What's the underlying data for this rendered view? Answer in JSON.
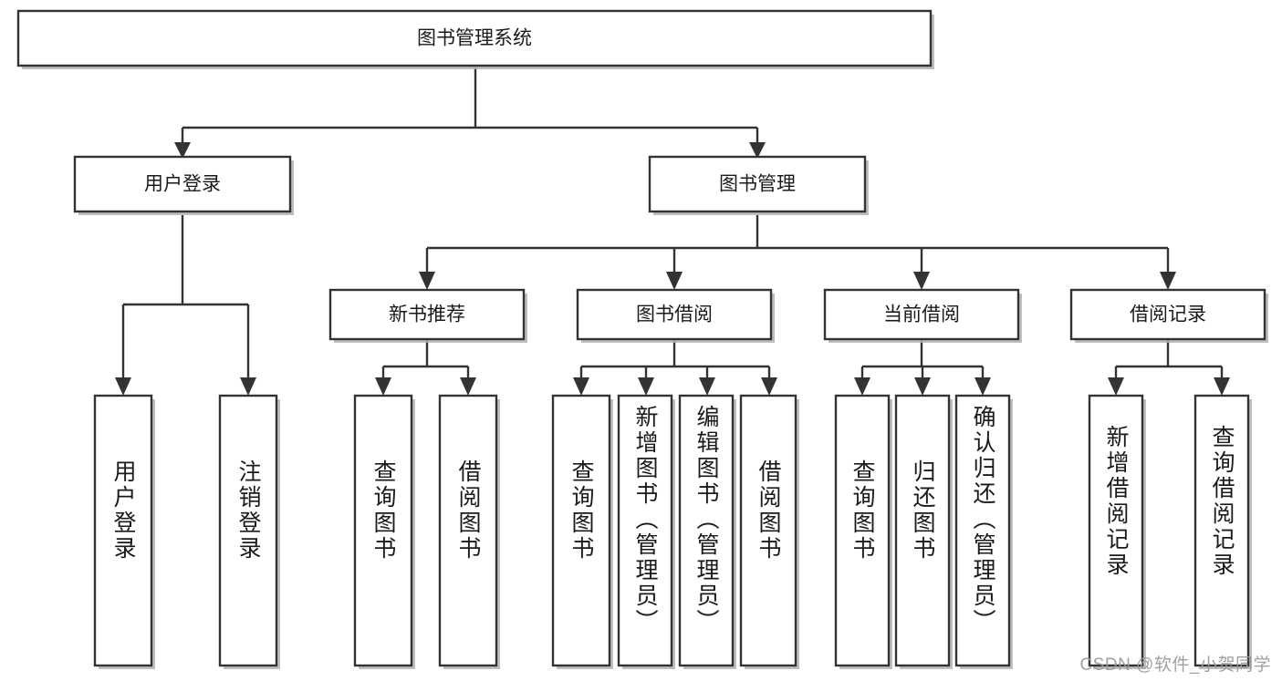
{
  "diagram": {
    "type": "tree-hierarchy-chart",
    "title": "图书管理系统",
    "watermark": "CSDN @软件_小贺同学",
    "colors": {
      "box_fill": "#ffffff",
      "box_stroke": "#333333",
      "shadow": "#b3b3b3",
      "text": "#1a1a1a",
      "background": "#ffffff",
      "watermark": "#9b9b9b"
    },
    "levels": {
      "root": {
        "label": "图书管理系统"
      },
      "level2": [
        {
          "id": "user-login",
          "label": "用户登录"
        },
        {
          "id": "book-management",
          "label": "图书管理"
        }
      ],
      "level3": [
        {
          "id": "new-book-recommend",
          "label": "新书推荐",
          "parent": "book-management"
        },
        {
          "id": "book-borrow",
          "label": "图书借阅",
          "parent": "book-management"
        },
        {
          "id": "current-borrow",
          "label": "当前借阅",
          "parent": "book-management"
        },
        {
          "id": "borrow-record",
          "label": "借阅记录",
          "parent": "book-management"
        }
      ],
      "leaves": [
        {
          "id": "leaf-user-login",
          "label": "用户登录",
          "parent": "user-login"
        },
        {
          "id": "leaf-logout-login",
          "label": "注销登录",
          "parent": "user-login"
        },
        {
          "id": "leaf-query-book-1",
          "label": "查询图书",
          "parent": "new-book-recommend"
        },
        {
          "id": "leaf-borrow-book-1",
          "label": "借阅图书",
          "parent": "new-book-recommend"
        },
        {
          "id": "leaf-query-book-2",
          "label": "查询图书",
          "parent": "book-borrow"
        },
        {
          "id": "leaf-add-book",
          "label": "新增图书（管理员）",
          "parent": "book-borrow"
        },
        {
          "id": "leaf-edit-book",
          "label": "编辑图书（管理员）",
          "parent": "book-borrow"
        },
        {
          "id": "leaf-borrow-book-2",
          "label": "借阅图书",
          "parent": "book-borrow"
        },
        {
          "id": "leaf-query-book-3",
          "label": "查询图书",
          "parent": "current-borrow"
        },
        {
          "id": "leaf-return-book",
          "label": "归还图书",
          "parent": "current-borrow"
        },
        {
          "id": "leaf-confirm-return",
          "label": "确认归还（管理员）",
          "parent": "current-borrow"
        },
        {
          "id": "leaf-add-record",
          "label": "新增借阅记录",
          "parent": "borrow-record"
        },
        {
          "id": "leaf-query-record",
          "label": "查询借阅记录",
          "parent": "borrow-record"
        }
      ]
    }
  }
}
